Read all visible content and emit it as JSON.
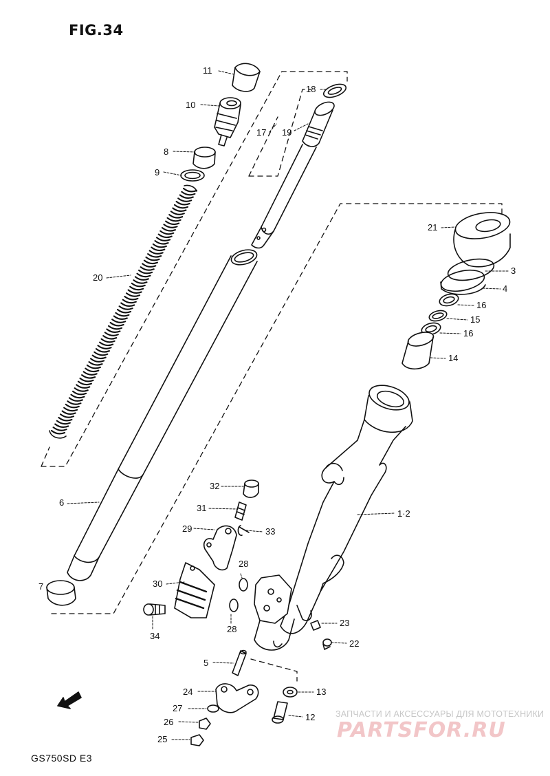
{
  "figure_title": "FIG.34",
  "model_code": "GS750SD E3",
  "fwd_mark": "FWD",
  "watermark": {
    "tagline": "ЗАПЧАСТИ И АКСЕССУАРЫ ДЛЯ МОТОТЕХНИКИ",
    "logo": "PARTSFOR.RU"
  },
  "labels": {
    "p11": "11",
    "p10": "10",
    "p8": "8",
    "p9": "9",
    "p20": "20",
    "p18": "18",
    "p17": "17",
    "p19": "19",
    "p21": "21",
    "p3": "3",
    "p4": "4",
    "p16a": "16",
    "p15": "15",
    "p16b": "16",
    "p14": "14",
    "p6": "6",
    "p7": "7",
    "p12main": "1·2",
    "p32": "32",
    "p31": "31",
    "p29": "29",
    "p33": "33",
    "p30": "30",
    "p28a": "28",
    "p28b": "28",
    "p34": "34",
    "p23": "23",
    "p22": "22",
    "p5": "5",
    "p24": "24",
    "p13": "13",
    "p27": "27",
    "p26": "26",
    "p25": "25",
    "p12": "12"
  }
}
